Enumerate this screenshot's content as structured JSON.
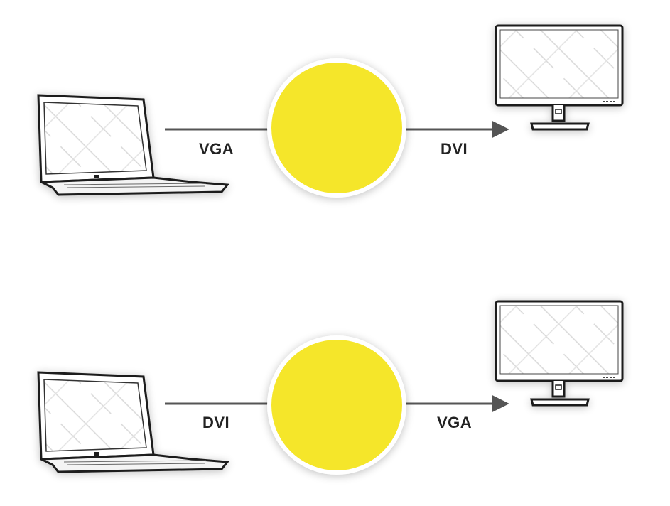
{
  "diagrams": [
    {
      "input_label": "VGA",
      "output_label": "DVI",
      "source_device": "laptop-icon",
      "target_device": "monitor-icon",
      "adapter": "vga-to-dvi-connectors"
    },
    {
      "input_label": "DVI",
      "output_label": "VGA",
      "source_device": "laptop-icon",
      "target_device": "monitor-icon",
      "adapter": "dvi-to-vga-connectors"
    }
  ],
  "colors": {
    "accent_circle": "#f5e62a",
    "line": "#555555",
    "outline": "#1a1a1a"
  }
}
